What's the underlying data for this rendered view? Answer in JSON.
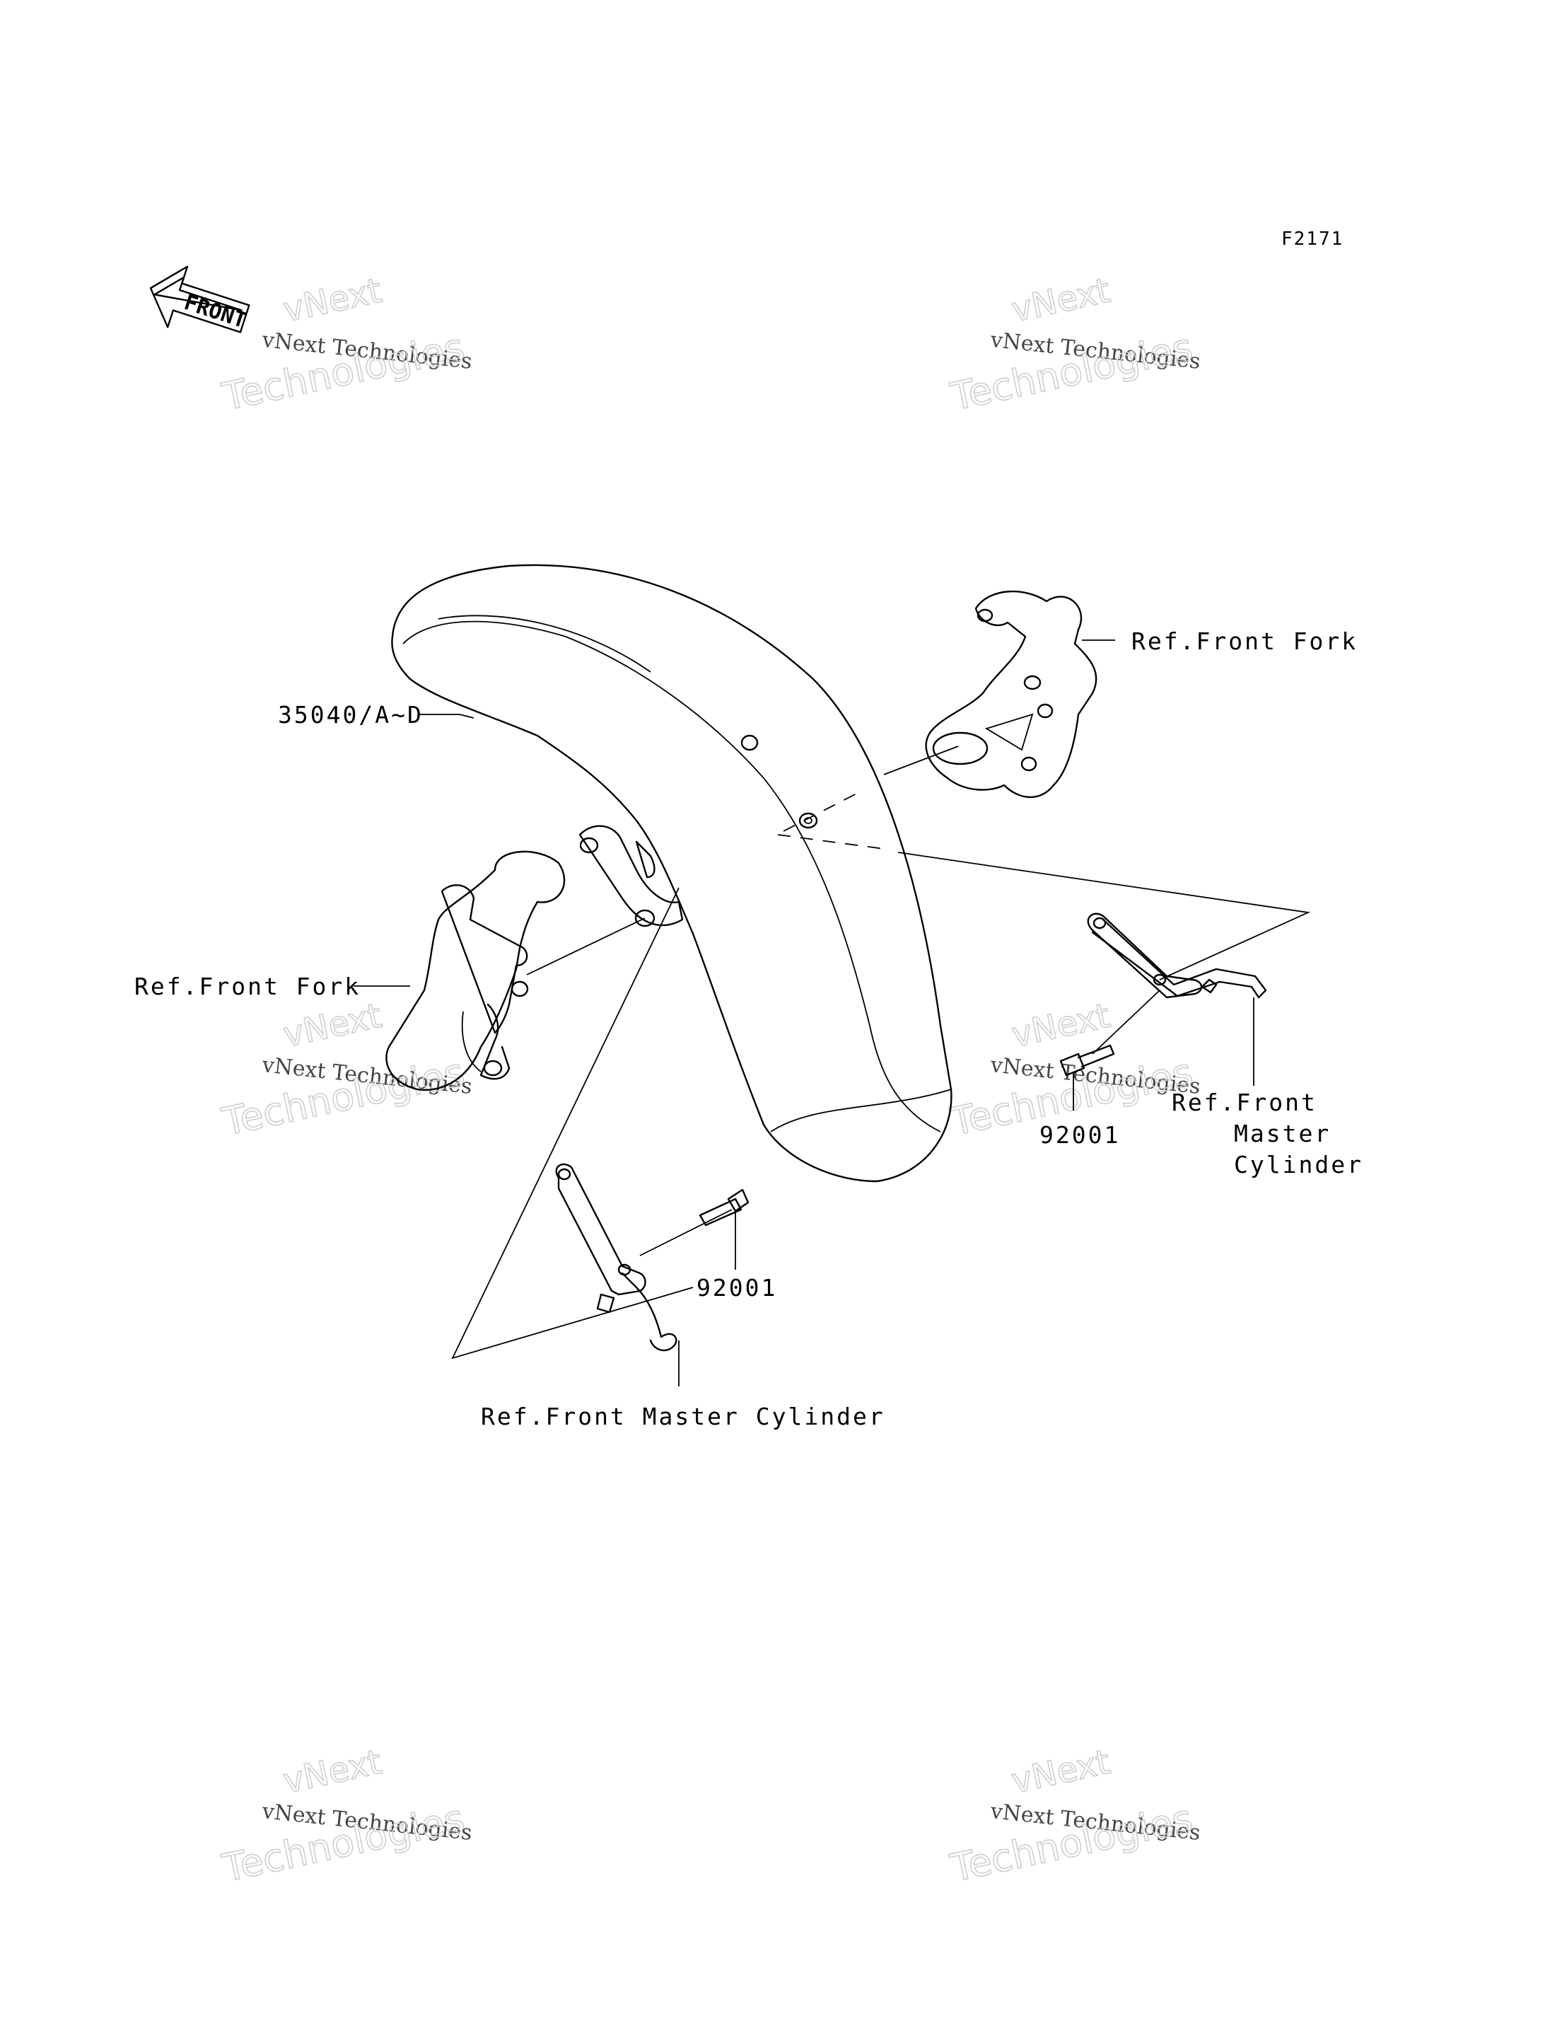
{
  "figure_code": "F2171",
  "front_label": "FRONT",
  "watermark": {
    "line1": "vNext Technologies",
    "line2": "Technologies",
    "line3": "vNext"
  },
  "callouts": {
    "fender_part": "35040/A~D",
    "ref_front_fork_right": "Ref.Front Fork",
    "ref_front_fork_left": "Ref.Front Fork",
    "bolt_right": "92001",
    "bolt_left": "92001",
    "ref_master_cyl_right_1": "Ref.Front",
    "ref_master_cyl_right_2": "Master",
    "ref_master_cyl_right_3": "Cylinder",
    "ref_master_cyl_bottom": "Ref.Front Master Cylinder"
  }
}
